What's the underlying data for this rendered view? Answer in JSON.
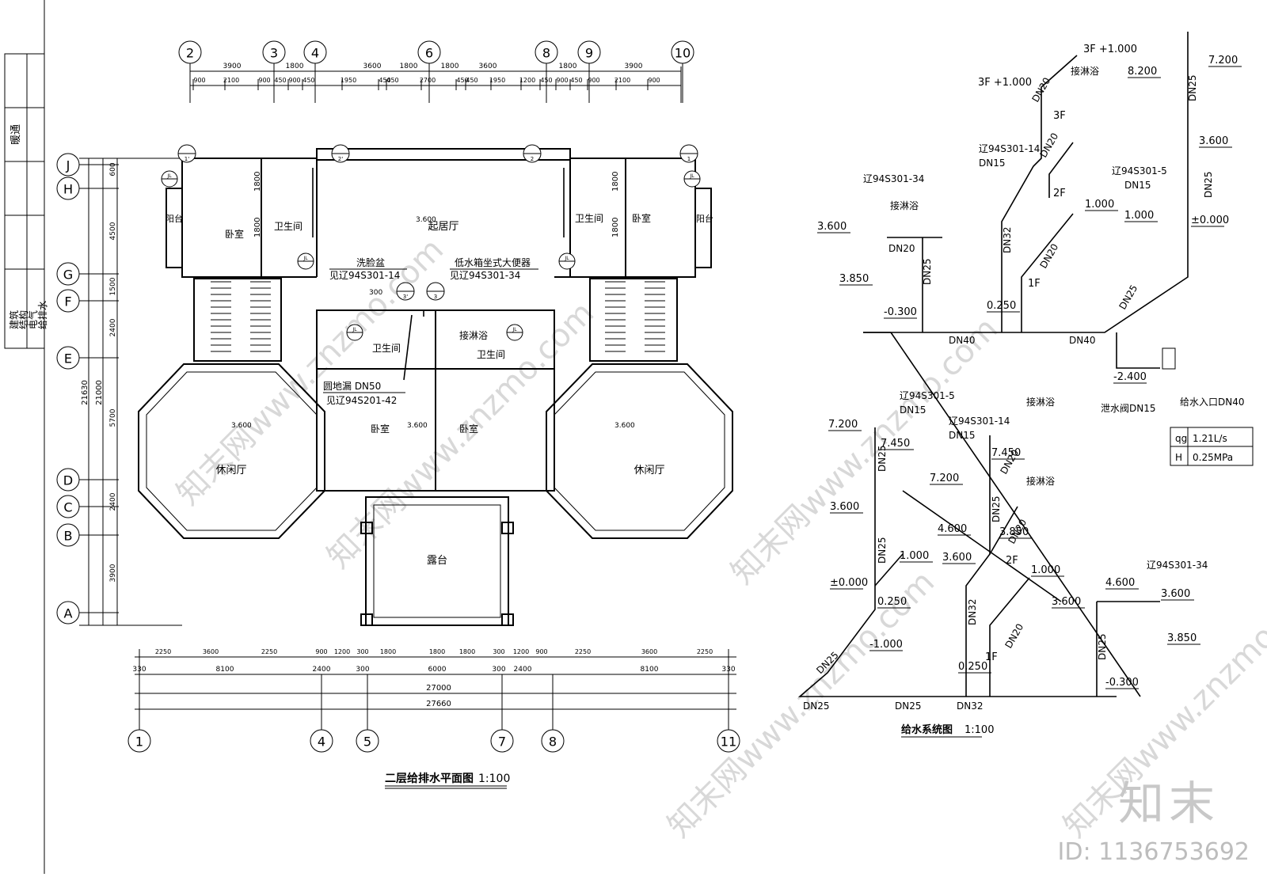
{
  "side_panel": {
    "label_top": "暖通",
    "labels": [
      "建筑",
      "结构",
      "电气",
      "给排水"
    ]
  },
  "plan": {
    "title": "二层给排水平面图",
    "scale": "1:100",
    "top_axes": [
      "2",
      "3",
      "4",
      "6",
      "8",
      "9",
      "10"
    ],
    "bottom_axes": [
      "1",
      "4",
      "5",
      "7",
      "8",
      "11"
    ],
    "left_axes": [
      "J",
      "H",
      "G",
      "F",
      "E",
      "D",
      "C",
      "B",
      "A"
    ],
    "top_dims_major": [
      "3900",
      "1800",
      "3600",
      "1800",
      "1800",
      "3600",
      "1800",
      "3900"
    ],
    "top_dims_minor": [
      "900",
      "2100",
      "900",
      "450",
      "900",
      "450",
      "1950",
      "450",
      "450",
      "2700",
      "450",
      "450",
      "1950",
      "1200",
      "450",
      "900",
      "450",
      "900",
      "2100",
      "900"
    ],
    "left_dims": [
      "600",
      "4500",
      "1500",
      "2400",
      "5700",
      "2400",
      "3900"
    ],
    "left_total_inner": "21000",
    "left_total_outer": "21630",
    "bottom_dims_row1": [
      "2250",
      "3600",
      "2250",
      "900",
      "1200",
      "300",
      "1800",
      "1800",
      "1800",
      "300",
      "1200",
      "900",
      "2250",
      "3600",
      "2250"
    ],
    "bottom_dims_row2": [
      "330",
      "8100",
      "2400",
      "300",
      "6000",
      "300",
      "2400",
      "8100",
      "330"
    ],
    "bottom_total_inner": "27000",
    "bottom_total_outer": "27660",
    "rooms": {
      "bedroom": "卧室",
      "bathroom": "卫生间",
      "balcony": "阳台",
      "living": "起居厅",
      "leisure": "休闲厅",
      "terrace": "露台"
    },
    "elev_label": "3.600",
    "wl_tags": [
      "1'",
      "2'",
      "2",
      "1",
      "3'",
      "3"
    ],
    "notes": {
      "basin": "洗脸盆",
      "basin_ref": "见辽94S301-14",
      "toilet": "低水箱坐式大便器",
      "toilet_ref": "见辽94S301-34",
      "shower": "接淋浴",
      "drain": "圆地漏 DN50",
      "drain_ref": "见辽94S201-42",
      "dim_300": "300",
      "pipe_label": "JL"
    }
  },
  "system": {
    "title": "给水系统图",
    "scale": "1:100",
    "labels": {
      "top_3f_left": "3F +1.000",
      "top_3f_right": "3F +1.000",
      "shower": "接淋浴",
      "ref14": "辽94S301-14",
      "ref34": "辽94S301-34",
      "ref5": "辽94S301-5",
      "dn15": "DN15",
      "dn20": "DN20",
      "dn25": "DN25",
      "dn32": "DN32",
      "dn40": "DN40",
      "f1": "1F",
      "f2": "2F",
      "f3": "3F",
      "valve": "泄水阀DN15",
      "inlet": "给水入口DN40"
    },
    "elevations": [
      "8.200",
      "7.200",
      "3.600",
      "3.600",
      "3.850",
      "1.000",
      "1.000",
      "±0.000",
      "0.250",
      "-0.300",
      "-2.400",
      "7.200",
      "7.450",
      "7.200",
      "7.450",
      "3.600",
      "4.600",
      "3.600",
      "3.850",
      "±0.000",
      "0.250",
      "1.000",
      "1.000",
      "-1.000",
      "0.250",
      "4.600",
      "3.600",
      "3.600",
      "3.850",
      "-0.300"
    ],
    "table": [
      {
        "sym": "qg",
        "val": "1.21L/s"
      },
      {
        "sym": "H",
        "val": "0.25MPa"
      }
    ]
  },
  "watermark": {
    "brand": "知末",
    "id": "ID: 1136753692",
    "site": "知末网www.znzmo.com"
  }
}
